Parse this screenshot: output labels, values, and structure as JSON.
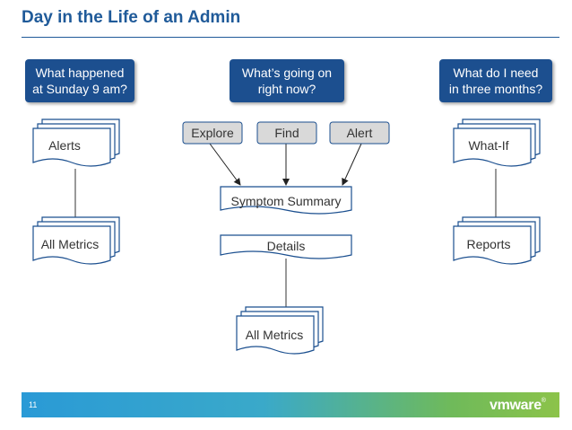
{
  "title": "Day in the Life of an Admin",
  "questions": {
    "left": [
      "What happened",
      "at Sunday 9 am?"
    ],
    "center": [
      "What’s going on",
      "right now?"
    ],
    "right": [
      "What do I need",
      "in three months?"
    ]
  },
  "left_column": {
    "top_stack": "Alerts",
    "bottom_stack": "All Metrics"
  },
  "center_column": {
    "actions": [
      "Explore",
      "Find",
      "Alert"
    ],
    "summary": "Symptom Summary",
    "details": "Details",
    "bottom_stack": "All Metrics"
  },
  "right_column": {
    "top_stack": "What-If",
    "bottom_stack": "Reports"
  },
  "footer": {
    "slide_number": "11",
    "logo_text": "vmware",
    "logo_mark": "®"
  },
  "colors": {
    "title": "#1f5a99",
    "question_box": "#1b4f8f",
    "action_box": "#d9d9d9",
    "doc_stroke": "#1b4f8f",
    "footer_gradient": [
      "#2a9ad6",
      "#8cc34a"
    ]
  }
}
